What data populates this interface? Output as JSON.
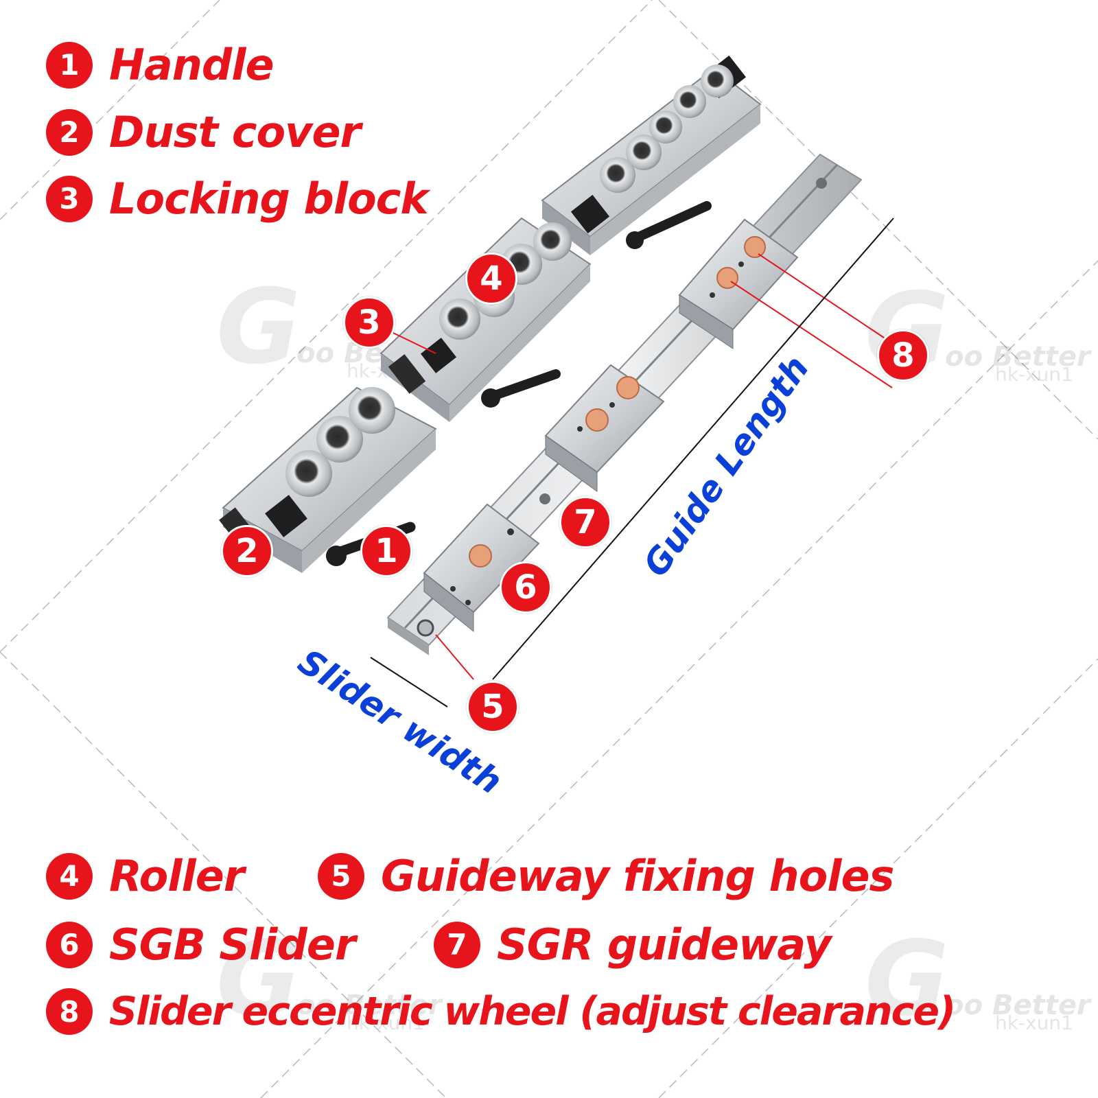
{
  "legend_top": [
    {
      "num": "1",
      "label": "Handle"
    },
    {
      "num": "2",
      "label": "Dust cover"
    },
    {
      "num": "3",
      "label": "Locking block"
    }
  ],
  "legend_bottom": [
    {
      "num": "4",
      "label": "Roller"
    },
    {
      "num": "5",
      "label": "Guideway fixing holes"
    },
    {
      "num": "6",
      "label": "SGB Slider"
    },
    {
      "num": "7",
      "label": "SGR guideway"
    },
    {
      "num": "8",
      "label": "Slider eccentric wheel (adjust clearance)"
    }
  ],
  "callouts": {
    "c1": "1",
    "c2": "2",
    "c3": "3",
    "c4": "4",
    "c5": "5",
    "c6": "6",
    "c7": "7",
    "c8": "8"
  },
  "dimensions": {
    "guide_length": "Guide Length",
    "slider_width": "Slider width"
  },
  "watermark": {
    "letter": "G",
    "brand": "oo Better",
    "sub": "hk-xun1"
  },
  "colors": {
    "accent_red": "#e8141c",
    "dimension_blue": "#0a3fd8",
    "metal": "#c9ccd0",
    "black_part": "#1e1e1e",
    "bronze": "#e7a07a"
  }
}
